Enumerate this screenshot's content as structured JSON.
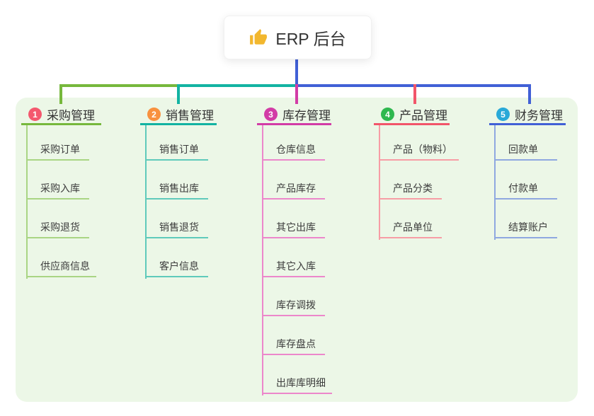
{
  "root": {
    "label": "ERP 后台",
    "icon": "thumbs-up-icon",
    "icon_color": "#f2b72e",
    "connector_color": "#4160d6"
  },
  "panel": {
    "background": "#ecf7e7"
  },
  "branches": [
    {
      "badge": "1",
      "label": "采购管理",
      "badge_color": "#f4586e",
      "line_color": "#76b83c",
      "sub_color": "#a9d584",
      "children": [
        "采购订单",
        "采购入库",
        "采购退货",
        "供应商信息"
      ]
    },
    {
      "badge": "2",
      "label": "销售管理",
      "badge_color": "#f8913f",
      "line_color": "#12b3a2",
      "sub_color": "#5fcabb",
      "children": [
        "销售订单",
        "销售出库",
        "销售退货",
        "客户信息"
      ]
    },
    {
      "badge": "3",
      "label": "库存管理",
      "badge_color": "#d23ca6",
      "line_color": "#d23ca6",
      "sub_color": "#ec87cb",
      "children": [
        "仓库信息",
        "产品库存",
        "其它出库",
        "其它入库",
        "库存调拨",
        "库存盘点",
        "出库库明细"
      ]
    },
    {
      "badge": "4",
      "label": "产品管理",
      "badge_color": "#2fb84f",
      "line_color": "#f2556a",
      "sub_color": "#f79da5",
      "children": [
        "产品（物料）",
        "产品分类",
        "产品单位"
      ]
    },
    {
      "badge": "5",
      "label": "财务管理",
      "badge_color": "#29a9d8",
      "line_color": "#4160d6",
      "sub_color": "#8fa8e0",
      "children": [
        "回款单",
        "付款单",
        "结算账户"
      ]
    }
  ]
}
